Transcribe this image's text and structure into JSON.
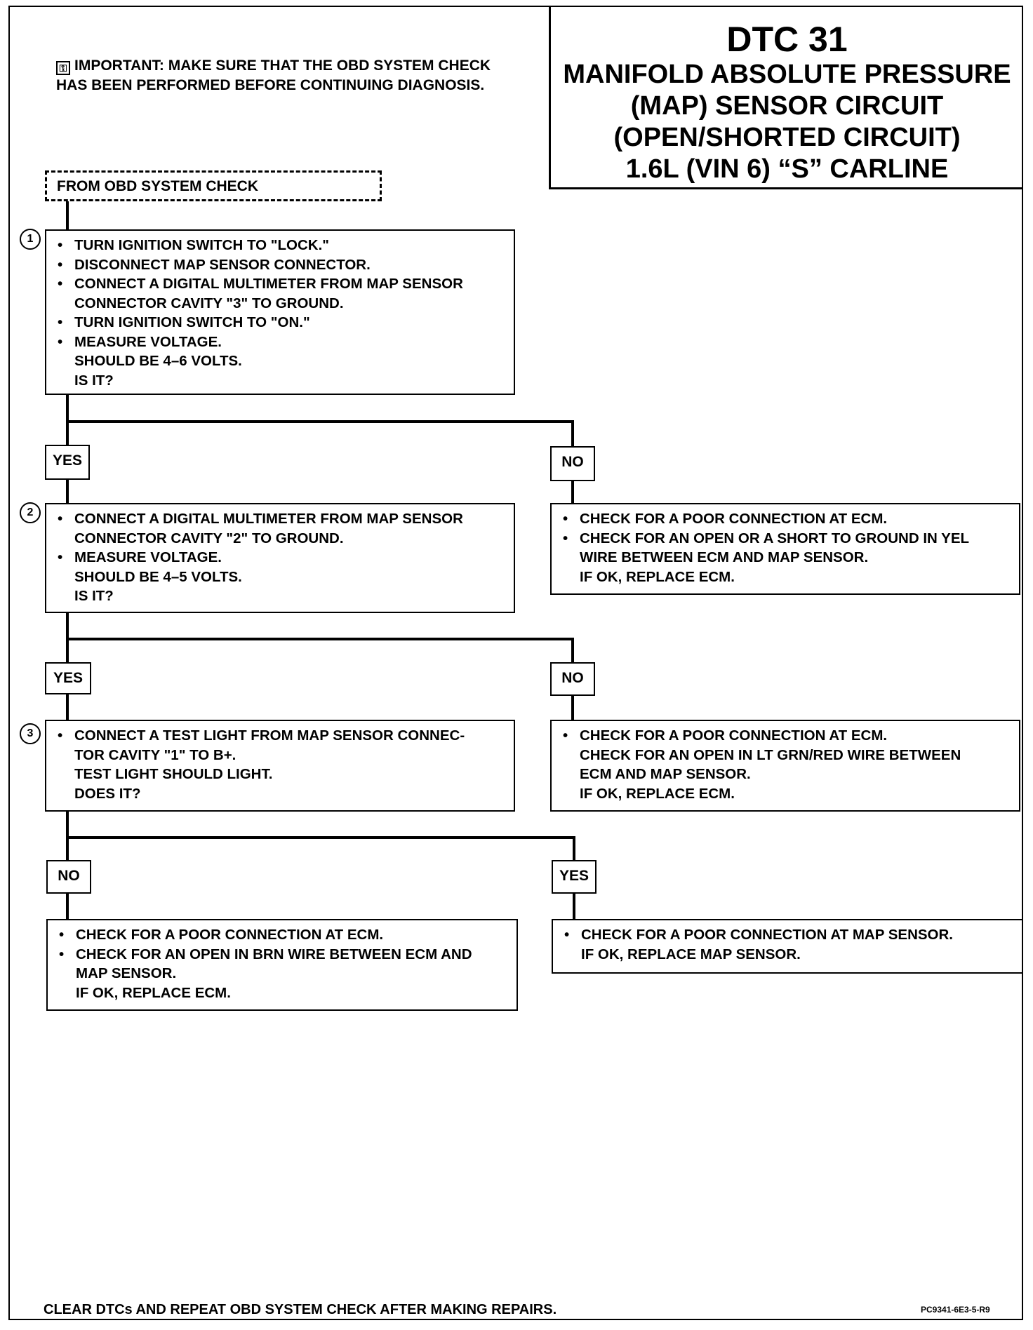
{
  "title": {
    "line1": "DTC 31",
    "line2": "MANIFOLD ABSOLUTE PRESSURE",
    "line3": "(MAP) SENSOR CIRCUIT",
    "line4": "(OPEN/SHORTED CIRCUIT)",
    "line5": "1.6L (VIN 6) “S” CARLINE"
  },
  "important": {
    "icon": "key-icon",
    "line1": "IMPORTANT:  MAKE SURE THAT THE OBD SYSTEM CHECK",
    "line2": "HAS BEEN PERFORMED BEFORE CONTINUING DIAGNOSIS."
  },
  "start": {
    "label": "FROM OBD SYSTEM CHECK"
  },
  "steps": {
    "s1": {
      "number": "1",
      "lines": [
        "TURN IGNITION SWITCH TO \"LOCK.\"",
        "DISCONNECT MAP SENSOR CONNECTOR.",
        "CONNECT A DIGITAL MULTIMETER FROM MAP SENSOR",
        "CONNECTOR CAVITY \"3\" TO GROUND.",
        "TURN IGNITION SWITCH TO \"ON.\"",
        "MEASURE VOLTAGE.",
        "SHOULD BE 4–6 VOLTS.",
        "IS IT?"
      ]
    },
    "s2": {
      "number": "2",
      "lines": [
        "CONNECT A DIGITAL MULTIMETER FROM MAP SENSOR",
        "CONNECTOR CAVITY \"2\" TO GROUND.",
        "MEASURE VOLTAGE.",
        "SHOULD BE 4–5 VOLTS.",
        "IS IT?"
      ]
    },
    "s3": {
      "number": "3",
      "lines": [
        "CONNECT A TEST LIGHT FROM MAP SENSOR CONNEC-",
        "TOR CAVITY \"1\" TO B+.",
        "TEST LIGHT SHOULD LIGHT.",
        "DOES IT?"
      ]
    }
  },
  "results": {
    "r1": {
      "lines": [
        "CHECK FOR A POOR CONNECTION AT ECM.",
        "CHECK FOR AN OPEN OR A SHORT TO GROUND IN YEL",
        "WIRE BETWEEN ECM AND MAP SENSOR.",
        "IF OK, REPLACE ECM."
      ]
    },
    "r2": {
      "lines": [
        "CHECK FOR A POOR CONNECTION AT ECM.",
        "CHECK FOR AN OPEN IN LT GRN/RED WIRE BETWEEN",
        "ECM AND MAP SENSOR.",
        "IF OK, REPLACE ECM."
      ]
    },
    "r3": {
      "lines": [
        "CHECK FOR A POOR CONNECTION AT ECM.",
        "CHECK FOR AN OPEN IN BRN WIRE BETWEEN ECM AND",
        "MAP SENSOR.",
        "IF OK, REPLACE ECM."
      ]
    },
    "r4": {
      "lines": [
        "CHECK FOR A POOR CONNECTION AT MAP SENSOR.",
        "IF OK, REPLACE MAP SENSOR."
      ]
    }
  },
  "labels": {
    "yes1": "YES",
    "no1": "NO",
    "yes2": "YES",
    "no2": "NO",
    "no3": "NO",
    "yes3": "YES"
  },
  "footer": "CLEAR DTCs AND REPEAT OBD SYSTEM CHECK AFTER MAKING REPAIRS.",
  "figure_code": "PC9341-6E3-5-R9"
}
